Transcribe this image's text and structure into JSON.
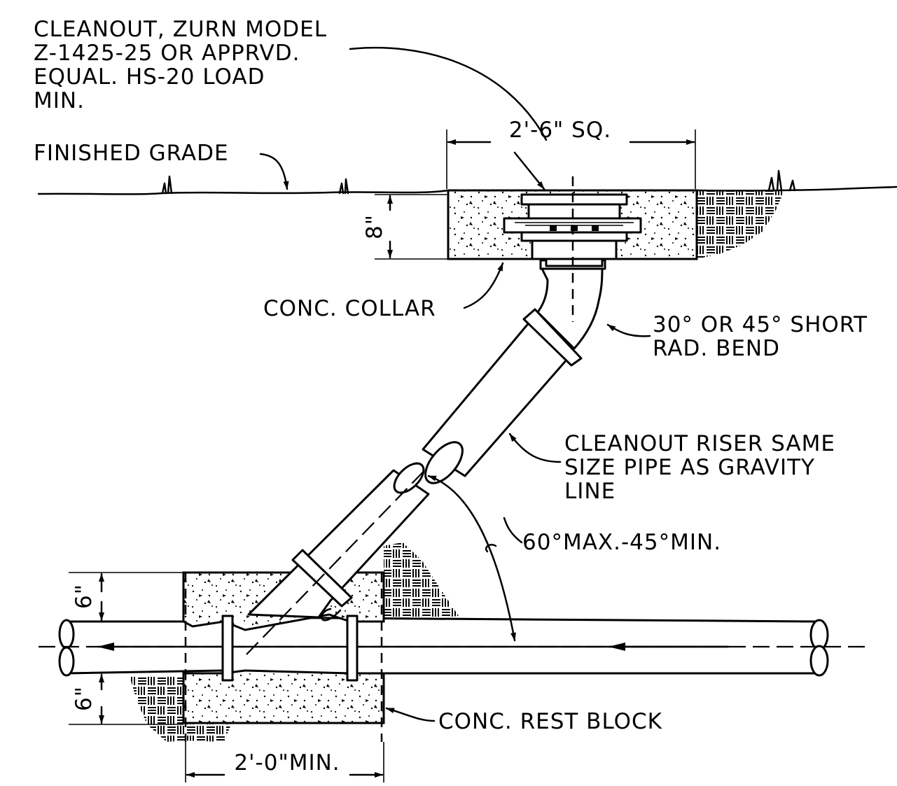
{
  "notes": {
    "cleanout": [
      "CLEANOUT, ZURN MODEL",
      "Z-1425-25 OR APPRVD.",
      "EQUAL. HS-20 LOAD",
      "MIN."
    ],
    "finished_grade": "FINISHED GRADE",
    "conc_collar": "CONC. COLLAR",
    "bend": [
      "30° OR 45° SHORT",
      "RAD. BEND"
    ],
    "riser": [
      "CLEANOUT RISER SAME",
      "SIZE PIPE AS GRAVITY",
      "LINE"
    ],
    "angle": "60°MAX.-45°MIN.",
    "rest_block": "CONC. REST BLOCK"
  },
  "dimensions": {
    "collar_width": "2'-6\" SQ.",
    "collar_depth": "8\"",
    "top_block": "6\"",
    "bottom_block": "6\"",
    "block_width": "2'-0\"MIN."
  }
}
